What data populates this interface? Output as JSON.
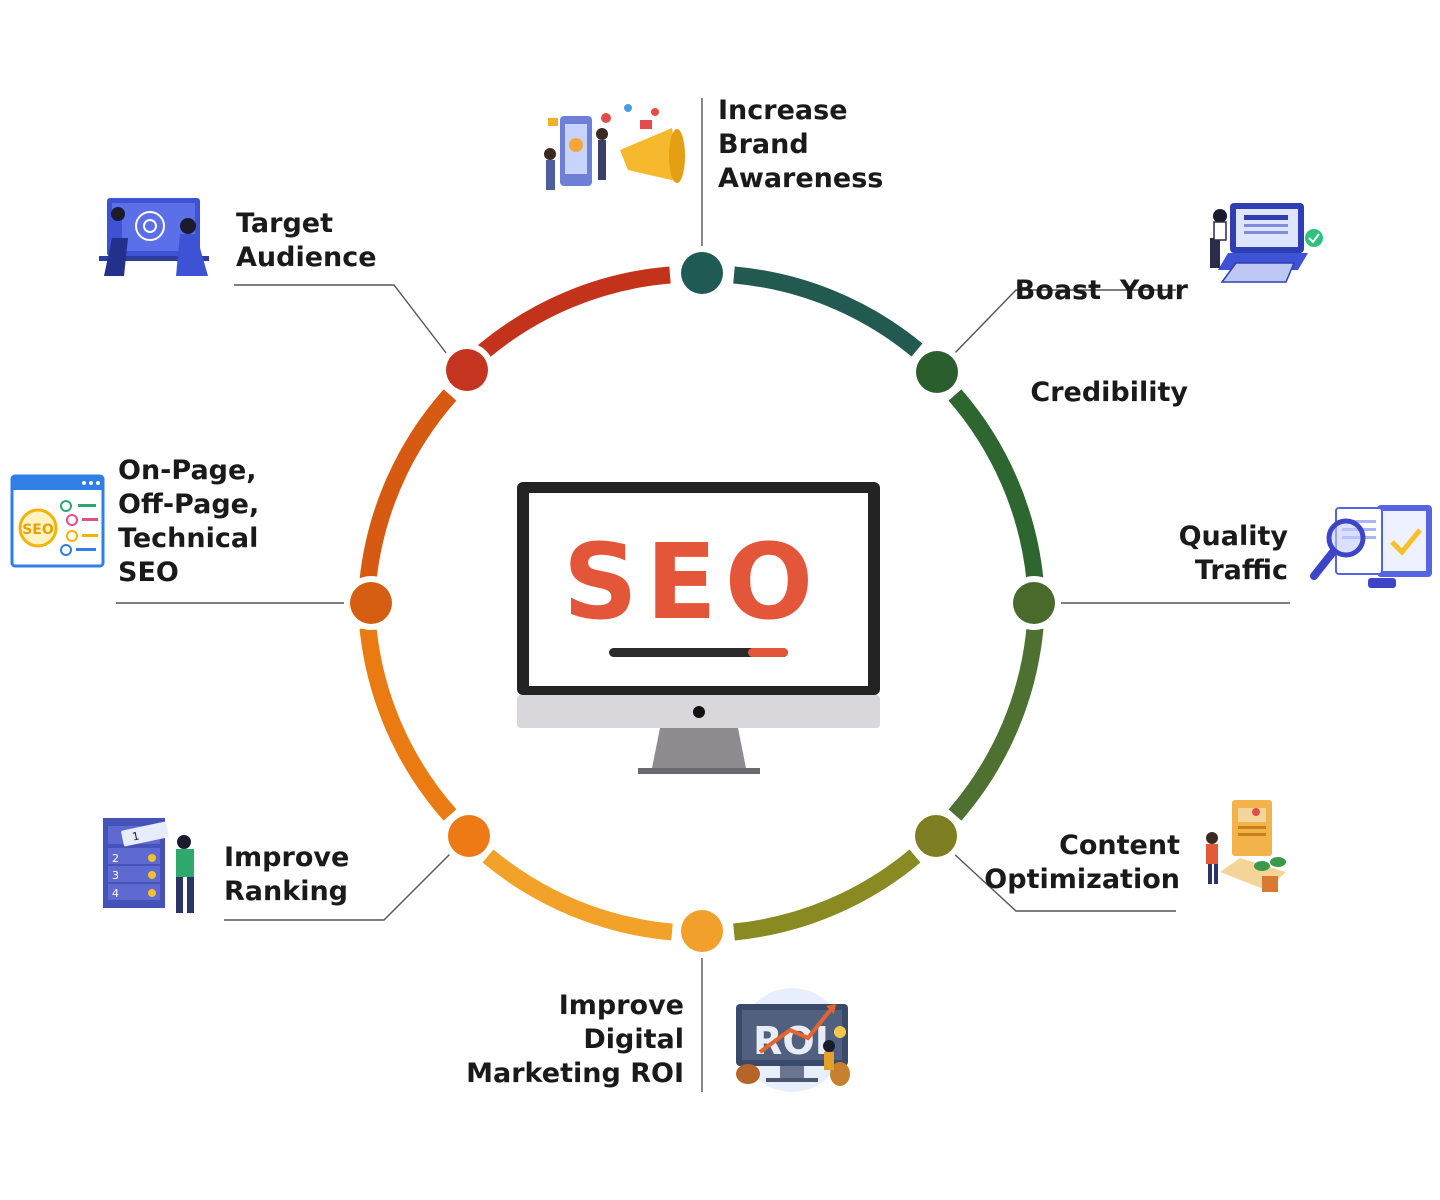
{
  "center": {
    "screen_text": "SEO",
    "icon": "monitor-icon",
    "colors": {
      "text": "#e4563a",
      "frame": "#222222",
      "stand": "#8e8c90",
      "chin": "#d9d6dc"
    }
  },
  "ring": {
    "colors": {
      "top_left": "#c3331b",
      "left_upper": "#d65a12",
      "left_lower": "#ea7a12",
      "bottom_left": "#f2a228",
      "top_right": "#225a52",
      "right_upper": "#2e6630",
      "right_lower": "#4e7030",
      "bottom_right": "#8a8a22"
    }
  },
  "nodes": [
    {
      "id": "brand",
      "color": "#1f5a55"
    },
    {
      "id": "credibility",
      "color": "#2b5e2d"
    },
    {
      "id": "traffic",
      "color": "#4a6a2c"
    },
    {
      "id": "content",
      "color": "#7e7e22"
    },
    {
      "id": "roi",
      "color": "#f2a02c"
    },
    {
      "id": "ranking",
      "color": "#ee7a16"
    },
    {
      "id": "onpage",
      "color": "#d55e12"
    },
    {
      "id": "audience",
      "color": "#c5341e"
    }
  ],
  "items": [
    {
      "id": "brand",
      "lines": [
        "Increase",
        "Brand",
        "Awareness"
      ],
      "icon": "megaphone-marketing-icon"
    },
    {
      "id": "credibility",
      "lines": [
        "Boast  Your",
        "Credibility"
      ],
      "icon": "laptop-checkmark-icon"
    },
    {
      "id": "traffic",
      "lines": [
        "Quality",
        "Traffic"
      ],
      "icon": "magnifier-checklist-icon"
    },
    {
      "id": "content",
      "lines": [
        "Content",
        "Optimization"
      ],
      "icon": "content-creator-icon"
    },
    {
      "id": "roi",
      "lines": [
        "Improve",
        "Digital",
        "Marketing ROI"
      ],
      "icon": "roi-monitor-icon"
    },
    {
      "id": "ranking",
      "lines": [
        "Improve",
        "Ranking"
      ],
      "icon": "ranking-board-icon"
    },
    {
      "id": "onpage",
      "lines": [
        "On-Page,",
        "Off-Page,",
        "Technical",
        "SEO"
      ],
      "icon": "seo-browser-icon"
    },
    {
      "id": "audience",
      "lines": [
        "Target",
        "Audience"
      ],
      "icon": "audience-presentation-icon"
    }
  ]
}
